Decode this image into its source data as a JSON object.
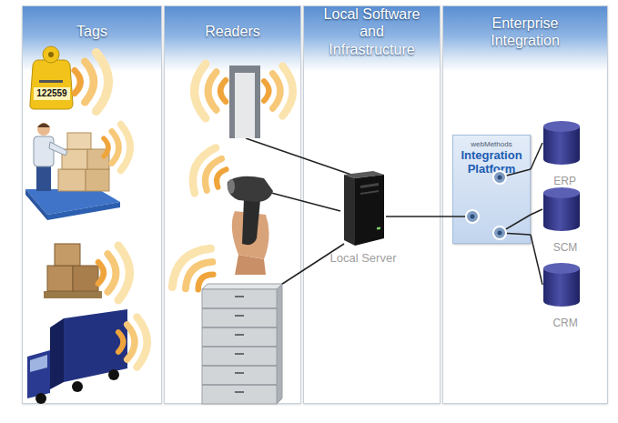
{
  "diagram": {
    "nodes": [
      {
        "text": [
          "Tags"
        ]
      },
      {
        "text": [
          "Readers"
        ]
      },
      {
        "text": [
          "Local Software and Infrastructure"
        ]
      },
      {
        "text": [
          "Local Server"
        ],
        "in": 2
      },
      {
        "text": [
          "Enterprise Integration"
        ]
      },
      {
        "text": [
          "webMethods",
          "Integration Platform"
        ],
        "in": 4
      },
      {
        "text": [
          "ERP"
        ],
        "in": 4
      },
      {
        "text": [
          "SCM"
        ],
        "in": 4
      },
      {
        "text": [
          "CRM"
        ],
        "in": 4
      }
    ],
    "edges": [
      {
        "from": 3,
        "to": 5,
        "arrow": "none"
      },
      {
        "from": 5,
        "to": 6,
        "arrow": "none"
      },
      {
        "from": 5,
        "to": 7,
        "arrow": "none"
      },
      {
        "from": 5,
        "to": 8,
        "arrow": "none"
      }
    ],
    "labels": [
      "122559"
    ]
  }
}
